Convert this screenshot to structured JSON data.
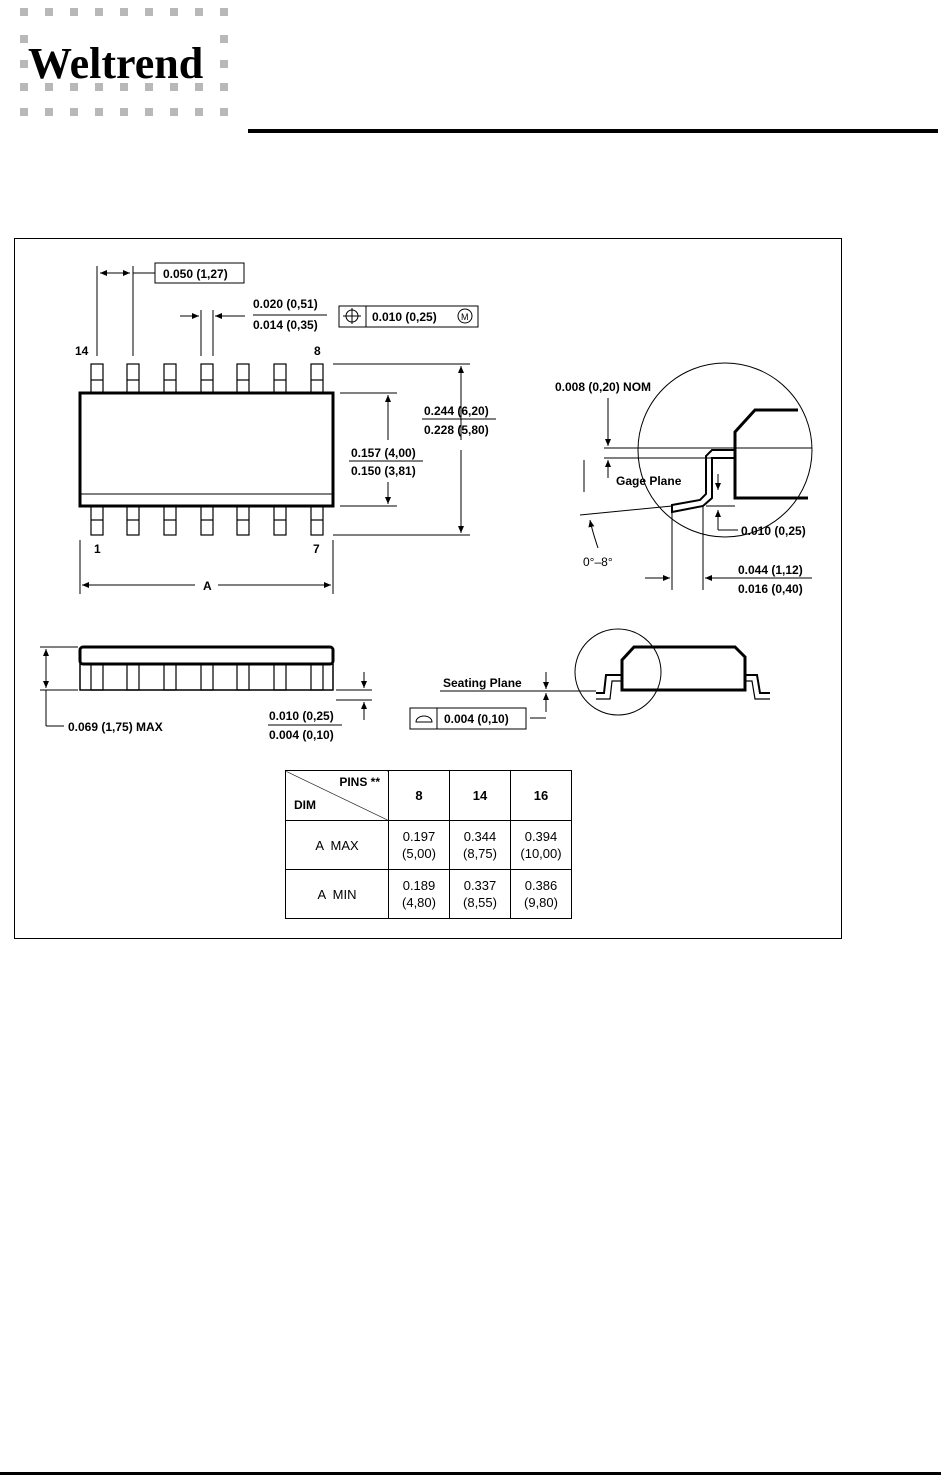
{
  "header": {
    "brand": "Weltrend"
  },
  "drawing": {
    "pitch": "0.050 (1,27)",
    "lead_width_max": "0.020 (0,51)",
    "lead_width_min": "0.014 (0,35)",
    "position_tol": "0.010 (0,25)",
    "position_mod": "M",
    "pin_14": "14",
    "pin_8": "8",
    "pin_1": "1",
    "pin_7": "7",
    "overall_width_max": "0.244 (6,20)",
    "overall_width_min": "0.228 (5,80)",
    "body_width_max": "0.157 (4,00)",
    "body_width_min": "0.150 (3,81)",
    "length_label": "A",
    "gage_nom": "0.008 (0,20) NOM",
    "gage_plane": "Gage Plane",
    "gage_offset": "0.010 (0,25)",
    "angle": "0°–8°",
    "foot_max": "0.044 (1,12)",
    "foot_min": "0.016 (0,40)",
    "height_max": "0.069 (1,75) MAX",
    "standoff_max": "0.010 (0,25)",
    "standoff_min": "0.004 (0,10)",
    "seating_plane": "Seating Plane",
    "coplanarity": "0.004 (0,10)"
  },
  "table": {
    "corner_top": "PINS **",
    "corner_bottom": "DIM",
    "columns": [
      "8",
      "14",
      "16"
    ],
    "rows": [
      {
        "label": "A  MAX",
        "values": [
          [
            "0.197",
            "(5,00)"
          ],
          [
            "0.344",
            "(8,75)"
          ],
          [
            "0.394",
            "(10,00)"
          ]
        ]
      },
      {
        "label": "A  MIN",
        "values": [
          [
            "0.189",
            "(4,80)"
          ],
          [
            "0.337",
            "(8,55)"
          ],
          [
            "0.386",
            "(9,80)"
          ]
        ]
      }
    ]
  }
}
